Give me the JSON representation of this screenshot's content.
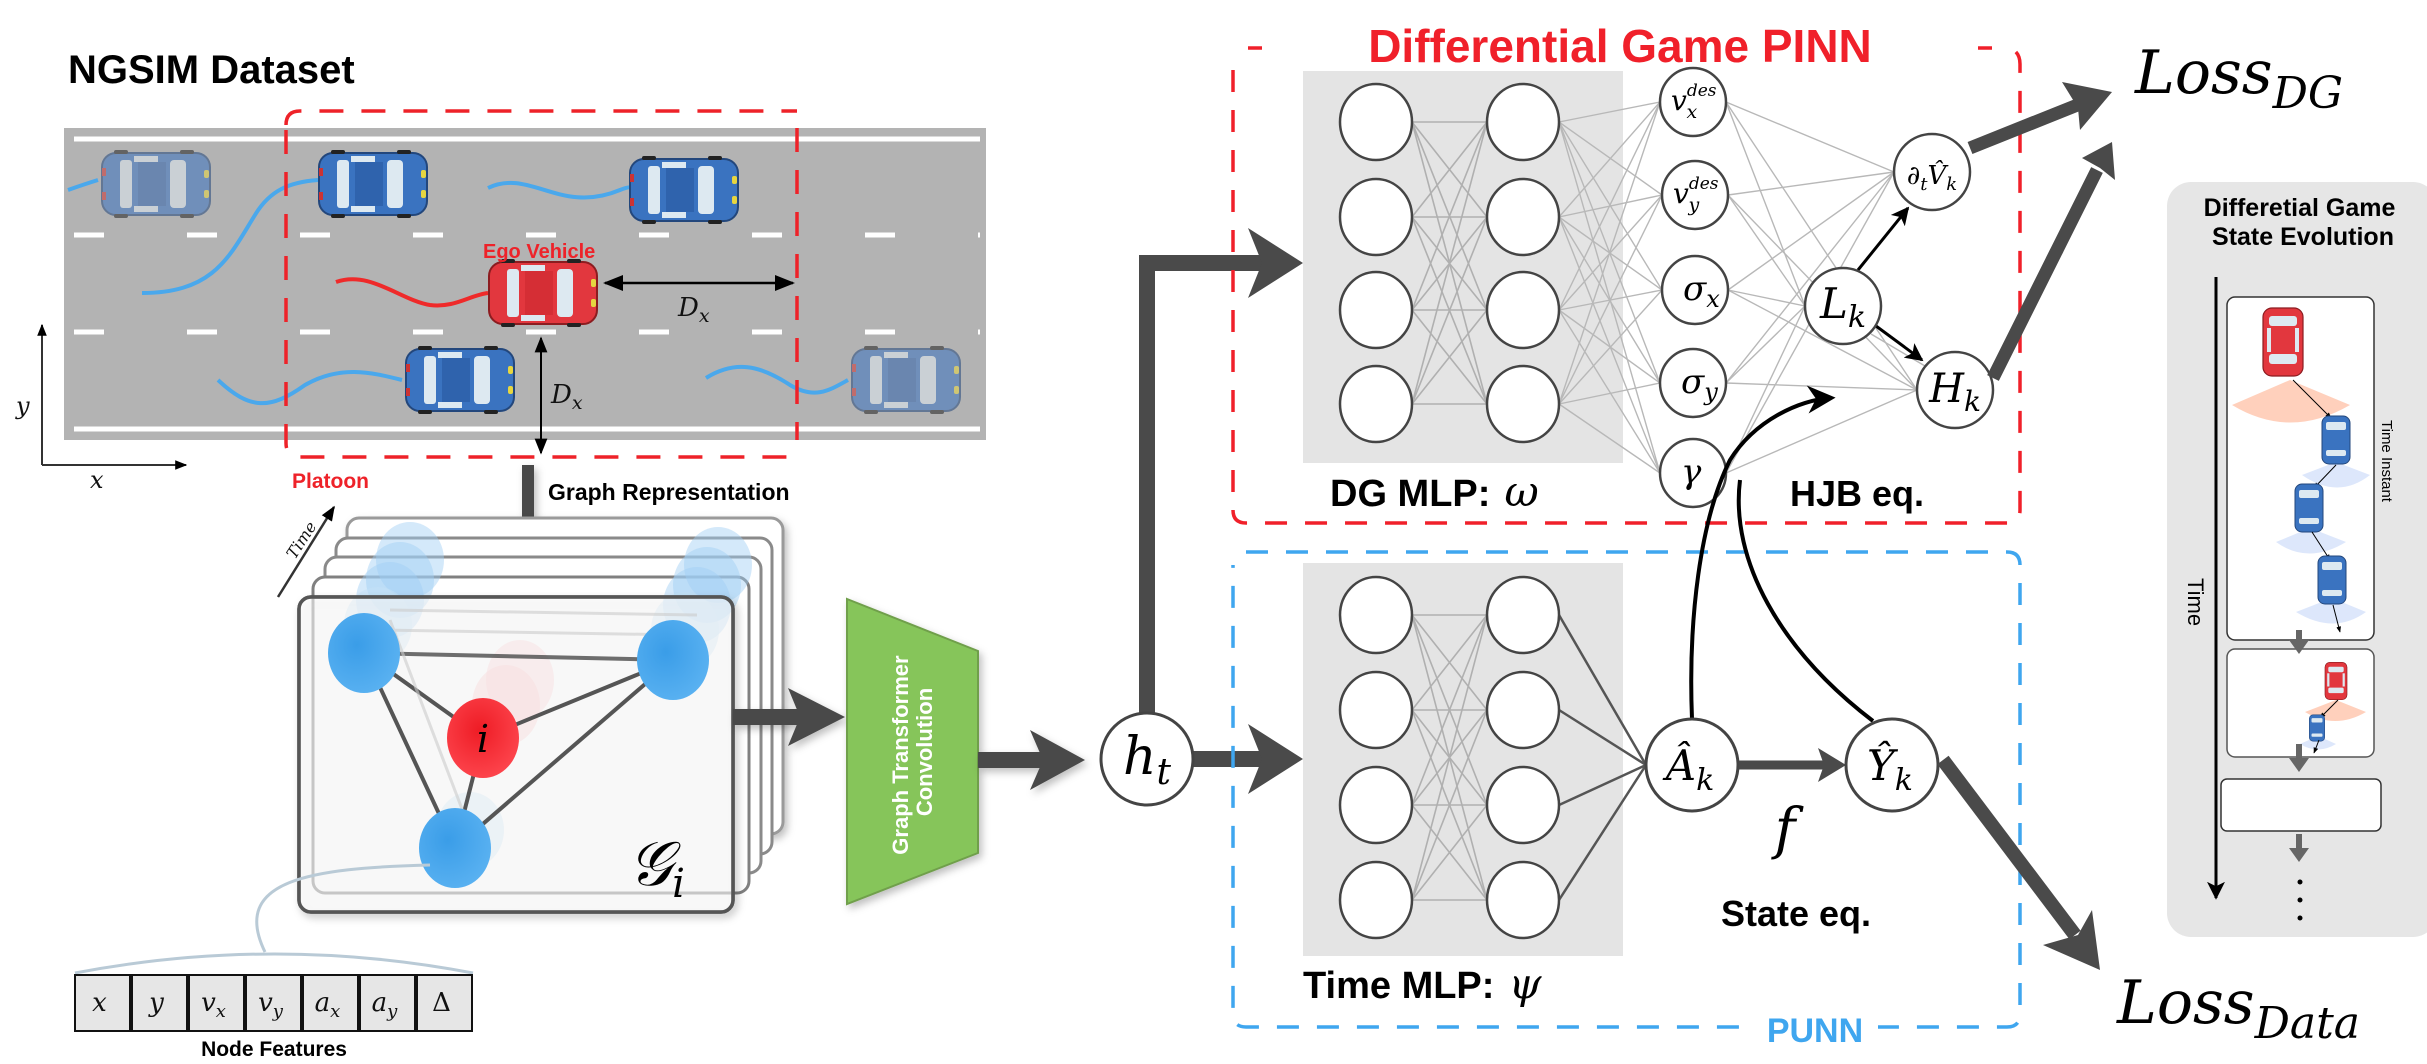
{
  "left": {
    "dataset_title": "NGSIM Dataset",
    "ego_vehicle_label": "Ego Vehicle",
    "platoon_label": "Platoon",
    "distance_label_x": "D",
    "distance_label_sub": "x",
    "distance_label_y": "D",
    "distance_label_y_sub": "x",
    "axis_x": "x",
    "axis_y": "y",
    "graph_representation_label": "Graph Representation",
    "time_label": "Time",
    "ego_node_label": "i",
    "graph_label": "𝒢",
    "graph_label_sub": "i",
    "node_features_title": "Node Features",
    "node_features": [
      {
        "main": "x",
        "sub": ""
      },
      {
        "main": "y",
        "sub": ""
      },
      {
        "main": "v",
        "sub": "x"
      },
      {
        "main": "v",
        "sub": "y"
      },
      {
        "main": "a",
        "sub": "x"
      },
      {
        "main": "a",
        "sub": "y"
      },
      {
        "main": "Δ",
        "sub": ""
      }
    ]
  },
  "encoder": {
    "gtc_line1": "Graph Transformer",
    "gtc_line2": "Convolution",
    "hidden_state_main": "h",
    "hidden_state_sub": "t"
  },
  "dg_pinn": {
    "title": "Differential Game PINN",
    "mlp_label": "DG MLP:",
    "mlp_param": "ω",
    "hjb_label": "HJB eq.",
    "outputs": [
      {
        "main": "v",
        "sub": "x",
        "sup": "des"
      },
      {
        "main": "v",
        "sub": "y",
        "sup": "des"
      },
      {
        "main": "σ",
        "sub": "x",
        "sup": ""
      },
      {
        "main": "σ",
        "sub": "y",
        "sup": ""
      },
      {
        "main": "γ",
        "sub": "",
        "sup": ""
      }
    ],
    "lagrangian": {
      "main": "L",
      "sub": "k"
    },
    "value_deriv": {
      "main": "∂",
      "sub": "t",
      "main2": "V̂",
      "sub2": "k"
    },
    "hamiltonian": {
      "main": "H",
      "sub": "k"
    },
    "color": "#f0202a"
  },
  "punn": {
    "title": "PUNN",
    "mlp_label": "Time MLP:",
    "mlp_param": "ψ",
    "action": {
      "main": "Â",
      "sub": "k"
    },
    "state": {
      "main": "Ŷ",
      "sub": "k"
    },
    "state_fn": "f",
    "state_eq_label": "State eq.",
    "color": "#3fa6ef"
  },
  "losses": {
    "dg": {
      "main": "Loss",
      "sub": "DG"
    },
    "data": {
      "main": "Loss",
      "sub": "Data"
    }
  },
  "state_evolution": {
    "title_line1": "Differetial Game",
    "title_line2": "State Evolution",
    "time_axis_label": "Time",
    "time_instant_label": "Time Instant",
    "ellipsis": "⋮"
  }
}
